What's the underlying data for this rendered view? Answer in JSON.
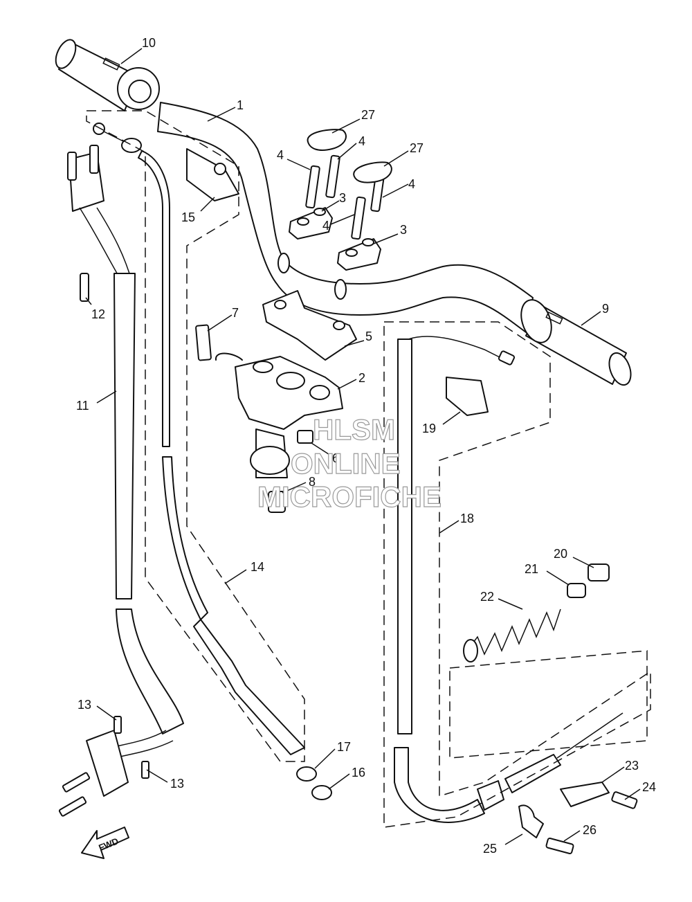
{
  "callouts": [
    {
      "n": "10"
    },
    {
      "n": "1"
    },
    {
      "n": "27"
    },
    {
      "n": "4"
    },
    {
      "n": "27"
    },
    {
      "n": "4"
    },
    {
      "n": "4"
    },
    {
      "n": "3"
    },
    {
      "n": "4"
    },
    {
      "n": "3"
    },
    {
      "n": "15"
    },
    {
      "n": "12"
    },
    {
      "n": "7"
    },
    {
      "n": "9"
    },
    {
      "n": "5"
    },
    {
      "n": "2"
    },
    {
      "n": "19"
    },
    {
      "n": "6"
    },
    {
      "n": "8"
    },
    {
      "n": "11"
    },
    {
      "n": "18"
    },
    {
      "n": "14"
    },
    {
      "n": "20"
    },
    {
      "n": "21"
    },
    {
      "n": "22"
    },
    {
      "n": "13"
    },
    {
      "n": "17"
    },
    {
      "n": "16"
    },
    {
      "n": "13"
    },
    {
      "n": "23"
    },
    {
      "n": "24"
    },
    {
      "n": "26"
    },
    {
      "n": "25"
    }
  ],
  "watermark": {
    "line1": "HLSM",
    "line2": "ONLINE",
    "line3": "MICROFICHE"
  },
  "fwd_label": "FWD"
}
